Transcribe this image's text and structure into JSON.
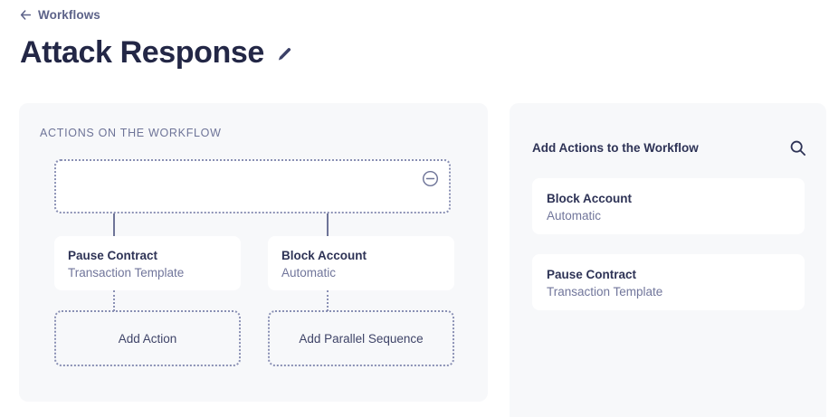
{
  "header": {
    "back_label": "Workflows",
    "back_icon": "arrow-left-icon",
    "title": "Attack Response",
    "edit_icon": "pencil-icon"
  },
  "left_panel": {
    "section_label": "ACTIONS ON THE WORKFLOW",
    "trigger": {
      "remove_icon": "circle-minus-icon"
    },
    "nodes": [
      {
        "title": "Pause Contract",
        "subtitle": "Transaction Template"
      },
      {
        "title": "Block Account",
        "subtitle": "Automatic"
      }
    ],
    "add_buttons": [
      {
        "label": "Add Action"
      },
      {
        "label": "Add Parallel Sequence"
      }
    ]
  },
  "right_panel": {
    "title": "Add Actions to the Workflow",
    "search_icon": "search-icon",
    "items": [
      {
        "title": "Block Account",
        "subtitle": "Automatic"
      },
      {
        "title": "Pause Contract",
        "subtitle": "Transaction Template"
      }
    ]
  },
  "colors": {
    "page_bg": "#ffffff",
    "panel_bg": "#f7f8fa",
    "card_bg": "#ffffff",
    "text_dark": "#2e3356",
    "text_muted": "#71769b",
    "border_dotted": "#8a90b4"
  }
}
